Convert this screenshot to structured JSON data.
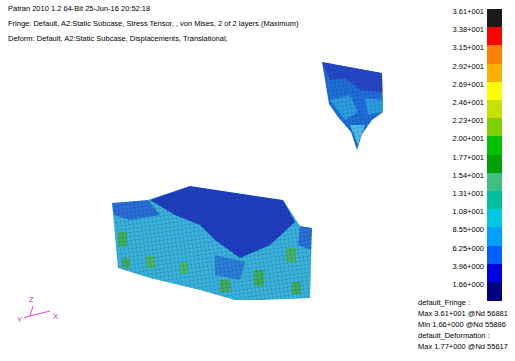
{
  "diagram": {
    "labels": [
      "Patran 2010 1.2 64-Bit 25-Jun-16 20:52:18",
      "Fringe: Default, A2:Static Subcase, Stress Tensor, , von Mises, 2 of 2 layers (Maximum)",
      "Deform: Default, A2:Static Subcase, Displacements, Translational,",
      "default_Fringe :",
      "Max 3.61+001 @Nd 56881",
      "Min 1.66+000 @Nd 55886",
      "default_Deformation :",
      "Max 1.77+000 @Nd 55617",
      "Z",
      "Y",
      "X"
    ],
    "legend": [
      {
        "text": "3.61+001",
        "color": "#1a1a1a"
      },
      {
        "text": "3.38+001",
        "color": "#ff0000"
      },
      {
        "text": "3.15+001",
        "color": "#ff8000"
      },
      {
        "text": "2.92+001",
        "color": "#ffb000"
      },
      {
        "text": "2.69+001",
        "color": "#ffff00"
      },
      {
        "text": "2.46+001",
        "color": "#c8e000"
      },
      {
        "text": "2.23+001",
        "color": "#80d000"
      },
      {
        "text": "2.00+001",
        "color": "#00c000"
      },
      {
        "text": "1.77+001",
        "color": "#00a000"
      },
      {
        "text": "1.54+001",
        "color": "#40c080"
      },
      {
        "text": "1.31+001",
        "color": "#00c0a0"
      },
      {
        "text": "1.08+001",
        "color": "#00c8e0"
      },
      {
        "text": "8.55+000",
        "color": "#00a0ff"
      },
      {
        "text": "6.25+000",
        "color": "#0060ff"
      },
      {
        "text": "3.96+000",
        "color": "#0000e0"
      },
      {
        "text": "1.66+000",
        "color": "#000080"
      }
    ]
  }
}
